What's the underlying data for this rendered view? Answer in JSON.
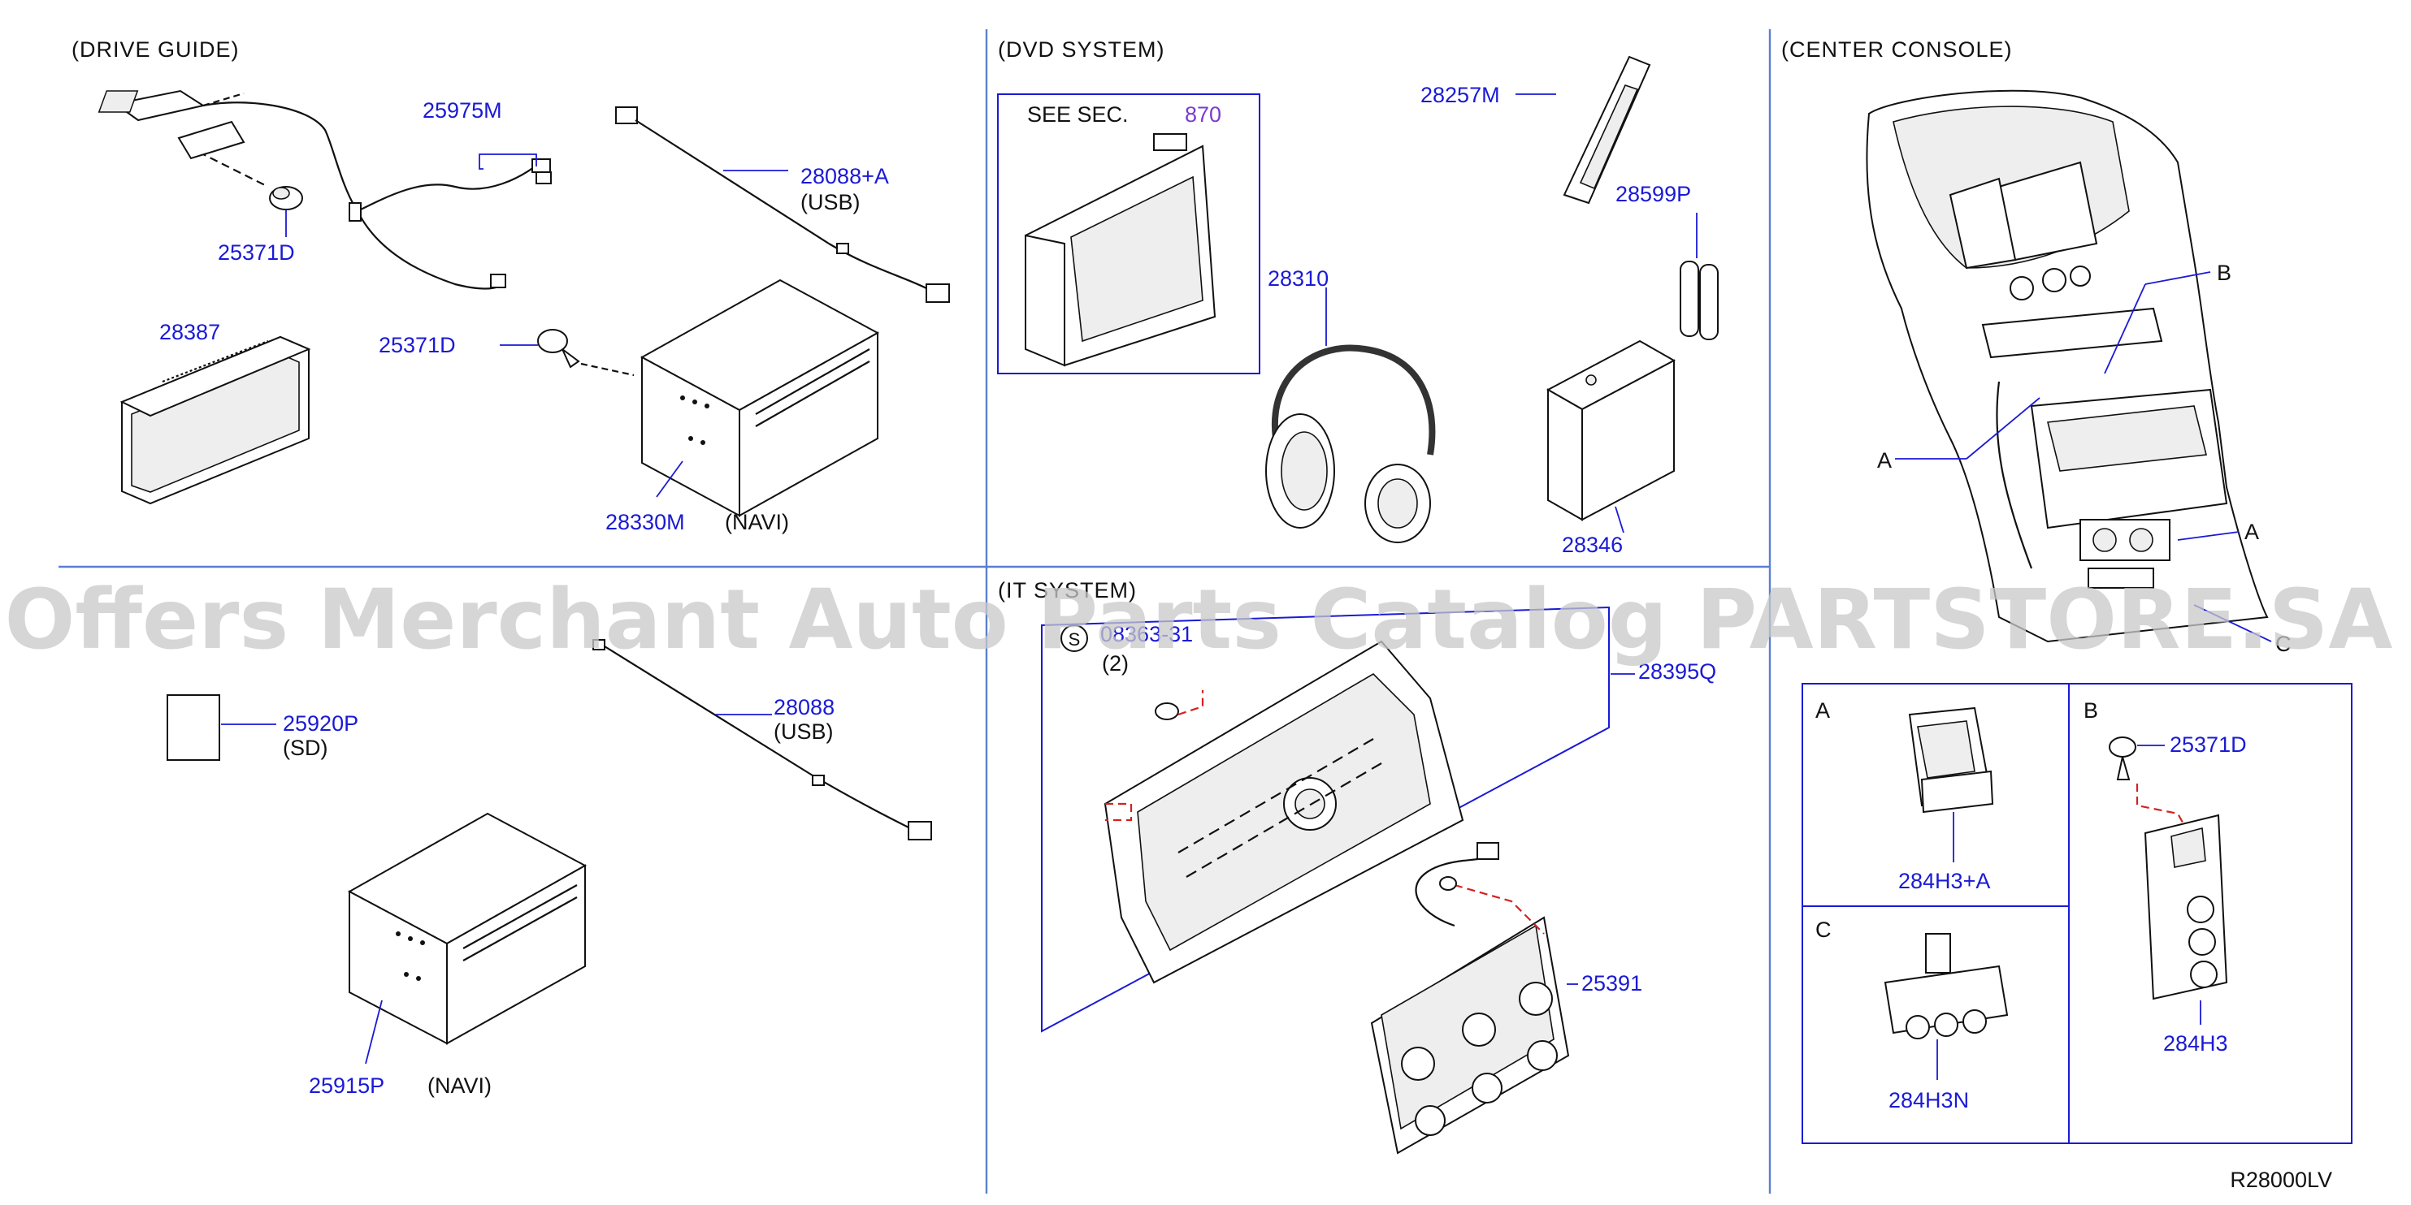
{
  "sections": {
    "drive_guide": "(DRIVE   GUIDE)",
    "dvd_system": "(DVD   SYSTEM)",
    "center_console": "(CENTER   CONSOLE)",
    "it_system": "(IT   SYSTEM)"
  },
  "watermark": "Offers Merchant Auto Parts Catalog PARTSTORE.SA",
  "diagram_code": "R28000LV",
  "see_section": {
    "label": "SEE   SEC.",
    "number": "870"
  },
  "it_fastener": {
    "code": "08363-31",
    "qty": "(2)"
  },
  "callouts": {
    "p25975M": "25975M",
    "p25371D_a": "25371D",
    "p28088A": "28088+A",
    "p28088A_note": "(USB)",
    "p28387": "28387",
    "p25371D_b": "25371D",
    "p28330M": "28330M",
    "p28330M_note": "(NAVI)",
    "p28257M": "28257M",
    "p28599P": "28599P",
    "p28310": "28310",
    "p28346": "28346",
    "p25920P": "25920P",
    "p25920P_note": "(SD)",
    "p28088": "28088",
    "p28088_note": "(USB)",
    "p25915P": "25915P",
    "p25915P_note": "(NAVI)",
    "p28395Q": "28395Q",
    "p25391": "25391",
    "refA": "A",
    "refB": "B",
    "refA2": "A",
    "refC": "C"
  },
  "detail_boxes": {
    "a": {
      "letter": "A",
      "part": "284H3+A"
    },
    "b": {
      "letter": "B",
      "part": "284H3",
      "screw": "25371D"
    },
    "c": {
      "letter": "C",
      "part": "284H3N"
    }
  },
  "colors": {
    "part_number": "#1a1ad6",
    "section_number": "#7a3bd0",
    "divider": "#5b7fcf",
    "assembly_mark": "#d42020"
  }
}
